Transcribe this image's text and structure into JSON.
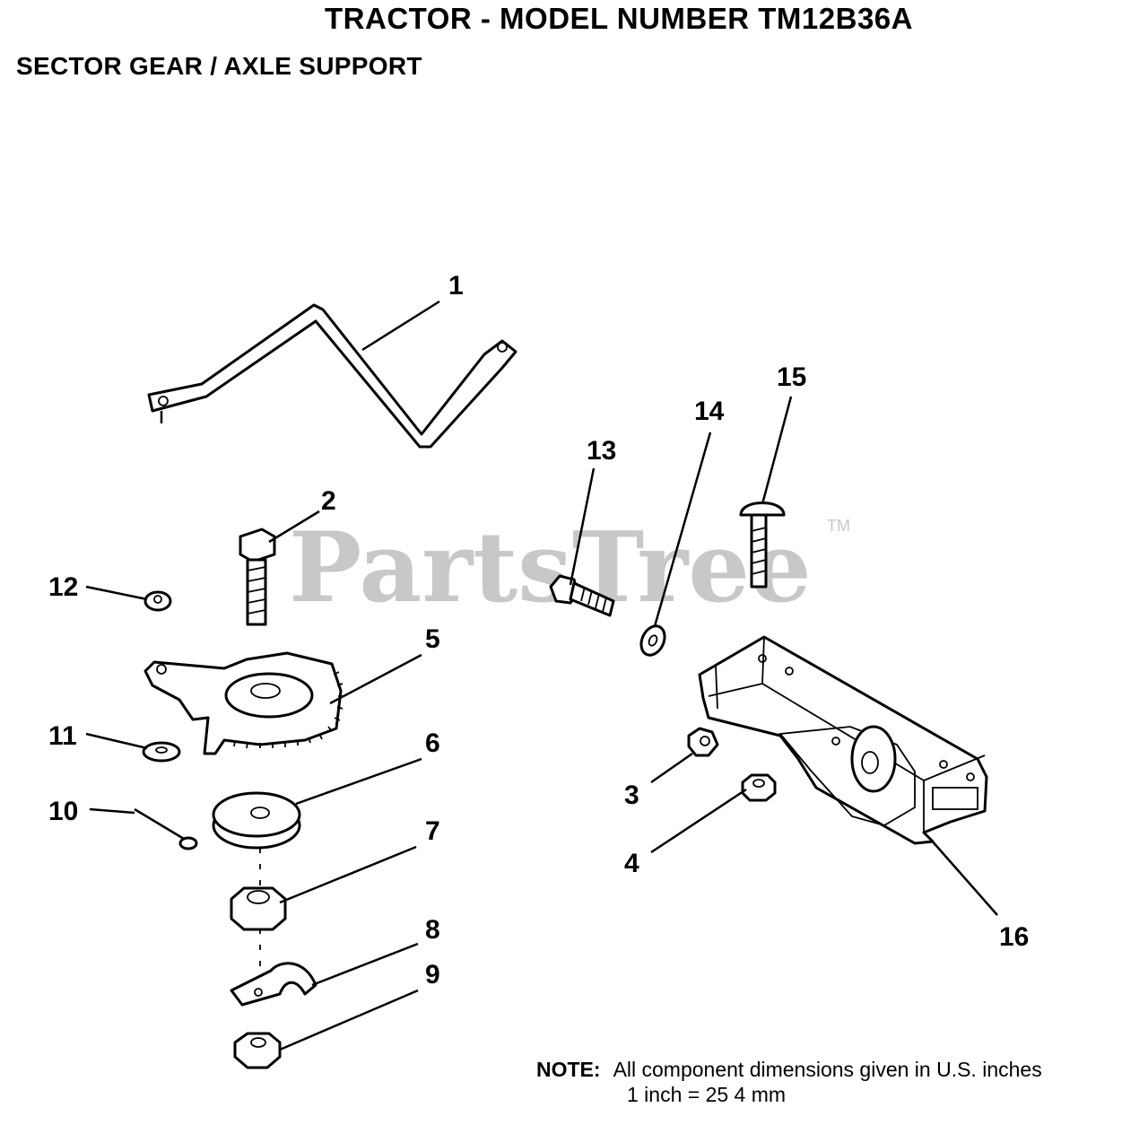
{
  "header": {
    "title": "TRACTOR  - MODEL NUMBER TM12B36A",
    "subtitle": "SECTOR GEAR / AXLE SUPPORT"
  },
  "watermark": {
    "text": "PartsTree",
    "mark": "TM",
    "color": "#c8c8c8"
  },
  "callouts": [
    "1",
    "2",
    "3",
    "4",
    "5",
    "6",
    "7",
    "8",
    "9",
    "10",
    "11",
    "12",
    "13",
    "14",
    "15",
    "16"
  ],
  "note": {
    "label": "NOTE:",
    "line1": "All component dimensions given in U.S. inches",
    "line2": "1 inch = 25 4 mm"
  }
}
